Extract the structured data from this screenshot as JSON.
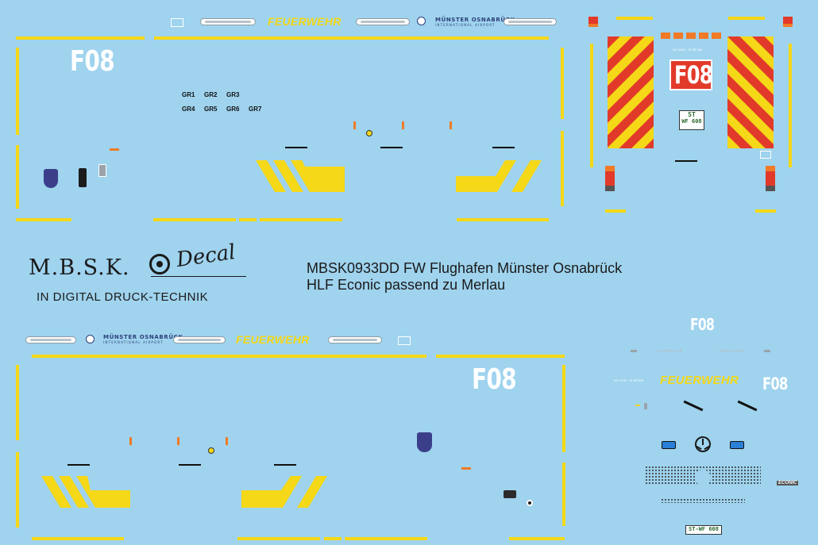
{
  "title": {
    "line1": "MBSK0933DD FW Flughafen Münster Osnabrück",
    "line2": "HLF Econic passend zu Merlau"
  },
  "logo": {
    "text": "M.B.S.K.",
    "script": "Decal",
    "tagline": "IN DIGITAL DRUCK-TECHNIK"
  },
  "labels": {
    "f08": "F08",
    "feuerwehr": "FEUERWEHR",
    "airport_name": "MÜNSTER OSNABRÜCK",
    "airport_sub": "INTERNATIONAL AIRPORT",
    "plate_front": "ST-WF 608",
    "plate_rear_top": "ST",
    "plate_rear_bottom": "WF 608",
    "econic": "ECONIC",
    "small_text": "HLF 20/20 · ST-WF 608"
  },
  "gr_labels": {
    "row1": [
      "GR1",
      "GR2",
      "GR3"
    ],
    "row2": [
      "GR4",
      "GR5",
      "GR6",
      "GR7"
    ]
  },
  "colors": {
    "background": "#9fd3ee",
    "yellow": "#f5d817",
    "red": "#e23a2a",
    "orange": "#f07a26",
    "navy": "#2e3f7a"
  }
}
